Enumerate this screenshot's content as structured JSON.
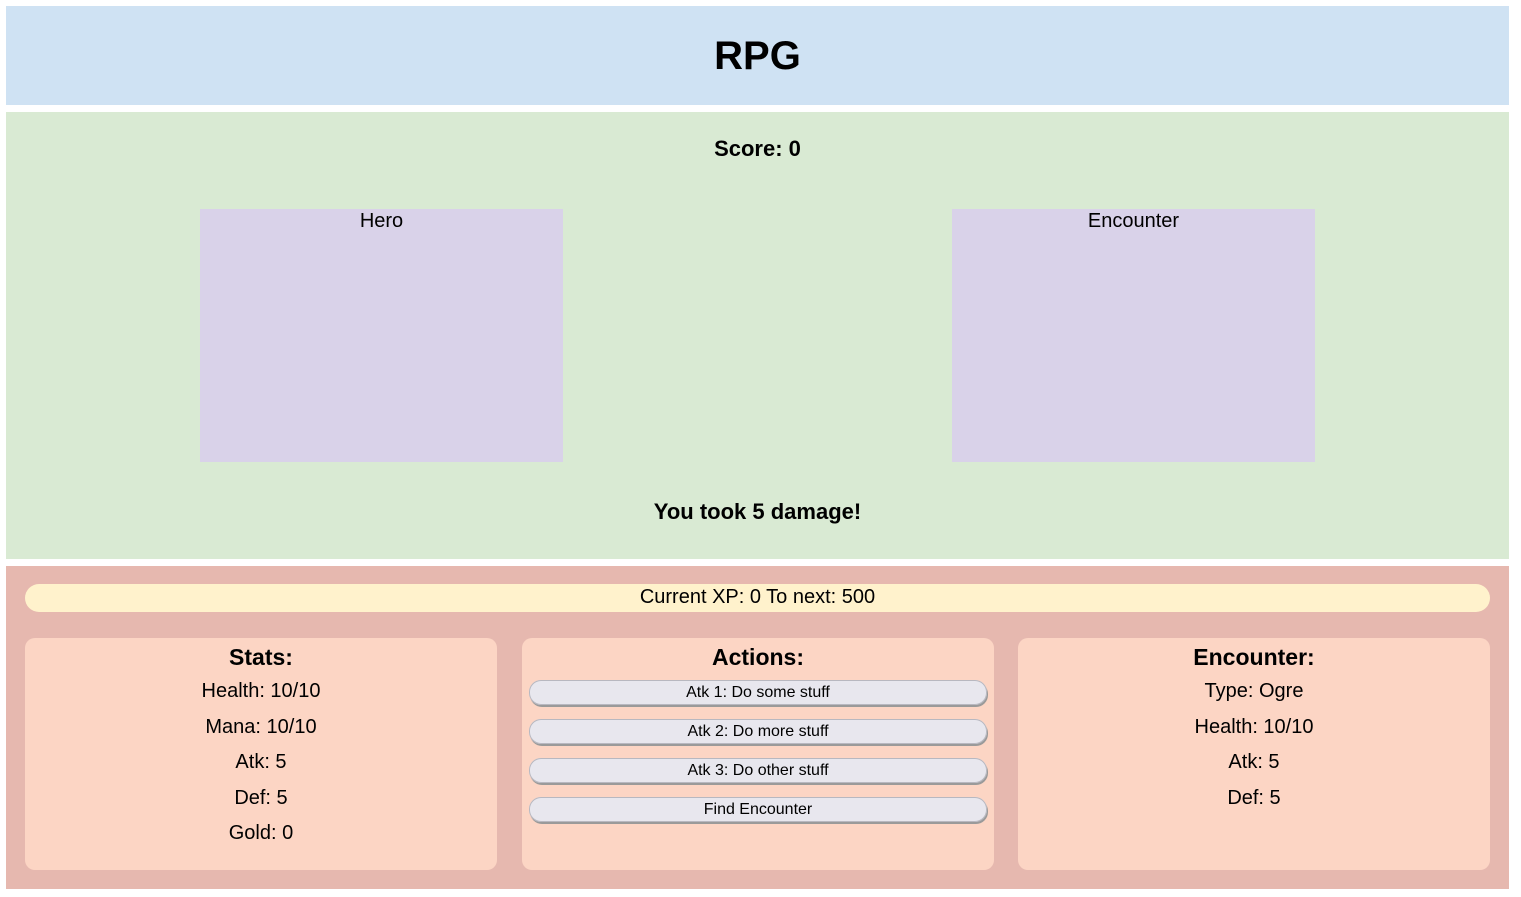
{
  "header": {
    "title": "RPG"
  },
  "arena": {
    "score": "Score: 0",
    "hero_label": "Hero",
    "encounter_label": "Encounter",
    "message": "You took 5 damage!"
  },
  "xp": {
    "text": "Current XP: 0 To next: 500"
  },
  "stats": {
    "title": "Stats:",
    "health": "Health: 10/10",
    "mana": "Mana: 10/10",
    "atk": "Atk: 5",
    "def": "Def: 5",
    "gold": "Gold: 0"
  },
  "actions": {
    "title": "Actions:",
    "buttons": [
      "Atk 1: Do some stuff",
      "Atk 2: Do more stuff",
      "Atk 3: Do other stuff",
      "Find Encounter"
    ]
  },
  "encounter": {
    "title": "Encounter:",
    "type": "Type: Ogre",
    "health": "Health: 10/10",
    "atk": "Atk: 5",
    "def": "Def: 5"
  },
  "colors": {
    "header_bg": "#cfe2f3",
    "arena_bg": "#d9ead3",
    "portrait_bg": "#d9d2e9",
    "bottom_bg": "#e6b8af",
    "xp_bg": "#fff2cc",
    "panel_bg": "#fcd5c4",
    "button_bg": "#e8e7ee"
  }
}
